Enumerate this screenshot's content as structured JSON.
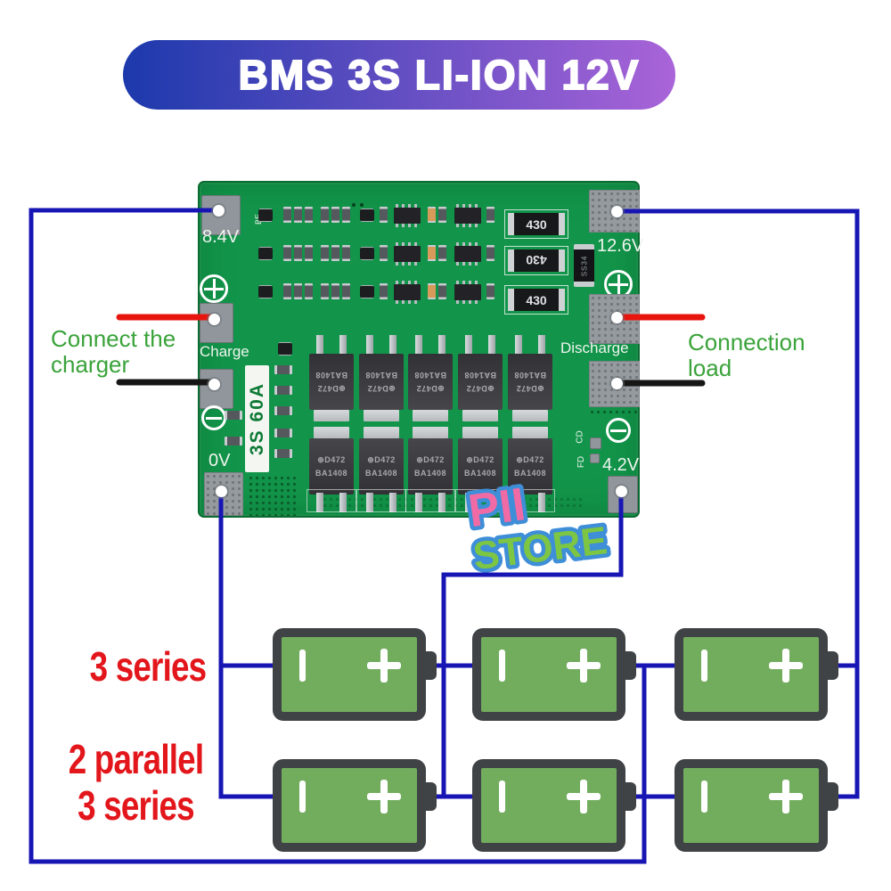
{
  "banner": {
    "title": "BMS 3S LI-ION 12V",
    "gradient_left": "#1c39ac",
    "gradient_right": "#a964d8"
  },
  "annotations": {
    "charger_line1": "Connect the",
    "charger_line2": "charger",
    "load_line1": "Connection",
    "load_line2": "load",
    "row1_label": "3 series",
    "row2_label_line1": "2 parallel",
    "row2_label_line2": "3 series",
    "red_label_color": "#e2161b",
    "green_label_color": "#3aa33a"
  },
  "board": {
    "pcb_color": "#12954a",
    "silkscreen": {
      "v84": "8.4V",
      "v126": "12.6V",
      "charge": "Charge",
      "discharge": "Discharge",
      "v0": "0V",
      "v42": "4.2V",
      "rating": "3S 60A",
      "cd": "CD",
      "fd": "FD",
      "be": "BE"
    },
    "components": {
      "resistor_value": "430",
      "diode": "SS34",
      "mosfet_part": "D472",
      "mosfet_code": "BA1408"
    }
  },
  "wiring": {
    "balance_color": "#1815b5",
    "positive_color": "#e8150f",
    "negative_color": "#161616"
  },
  "batteries": {
    "rows": 2,
    "per_row": 3,
    "fill": "#72ad5e",
    "border": "#3f4346"
  },
  "logo": {
    "line1": "PII",
    "line2": "STORE",
    "line1_fill": "#f06ba6",
    "line2_fill": "#7cc643",
    "outline": "#3e8ed8"
  }
}
